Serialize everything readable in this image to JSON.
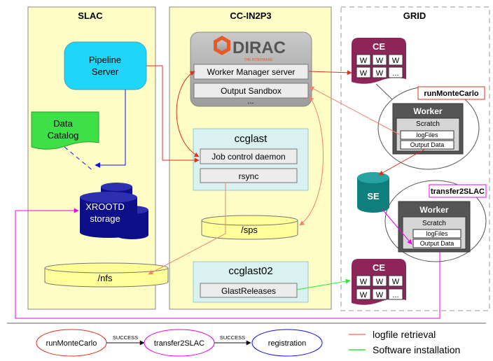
{
  "panels": {
    "slac": "SLAC",
    "ccin2p3": "CC-IN2P3",
    "grid": "GRID"
  },
  "slac": {
    "pipeline_line1": "Pipeline",
    "pipeline_line2": "Server",
    "catalog_line1": "Data",
    "catalog_line2": "Catalog",
    "xrootd_line1": "XROOTD",
    "xrootd_line2": "storage",
    "nfs": "/nfs"
  },
  "ccin2p3": {
    "dirac_logo": "DIRAC",
    "dirac_tagline": "THE INTERWARE",
    "worker_manager": "Worker Manager server",
    "output_sandbox": "Output Sandbox",
    "ellipsis": "...",
    "ccglast_title": "ccglast",
    "job_control": "Job control daemon",
    "rsync": "rsync",
    "sps": "/sps",
    "ccglast02_title": "ccglast02",
    "glast_releases": "GlastReleases"
  },
  "grid": {
    "ce_label": "CE",
    "w": "W",
    "more": "...",
    "run_tag": "runMonteCarlo",
    "transfer_tag": "transfer2SLAC",
    "worker_label": "Worker",
    "scratch": "Scratch",
    "logfiles": "logFiles",
    "output_data": "Output Data",
    "se": "SE"
  },
  "workflow": {
    "step1": "runMonteCarlo",
    "step2": "transfer2SLAC",
    "step3": "registration",
    "success": "SUCCESS"
  },
  "legend": {
    "logfile": "logfile retrieval",
    "software": "Software installation"
  },
  "colors": {
    "panel_fill": "#fdfdc5",
    "pipeline": "#1ed6f7",
    "catalog": "#3ee047",
    "disk": "#ffff9a",
    "xrootd": "#0c0f88",
    "ccglast_box": "#d9f1f0",
    "ce": "#8e2558",
    "se": "#0f7f7e",
    "worker": "#555555",
    "red_arrow": "#e0301e",
    "logfile_line": "#f2826e",
    "software_line": "#2ee83a",
    "magenta": "#f000f0",
    "blue_arrow": "#1010ee"
  }
}
